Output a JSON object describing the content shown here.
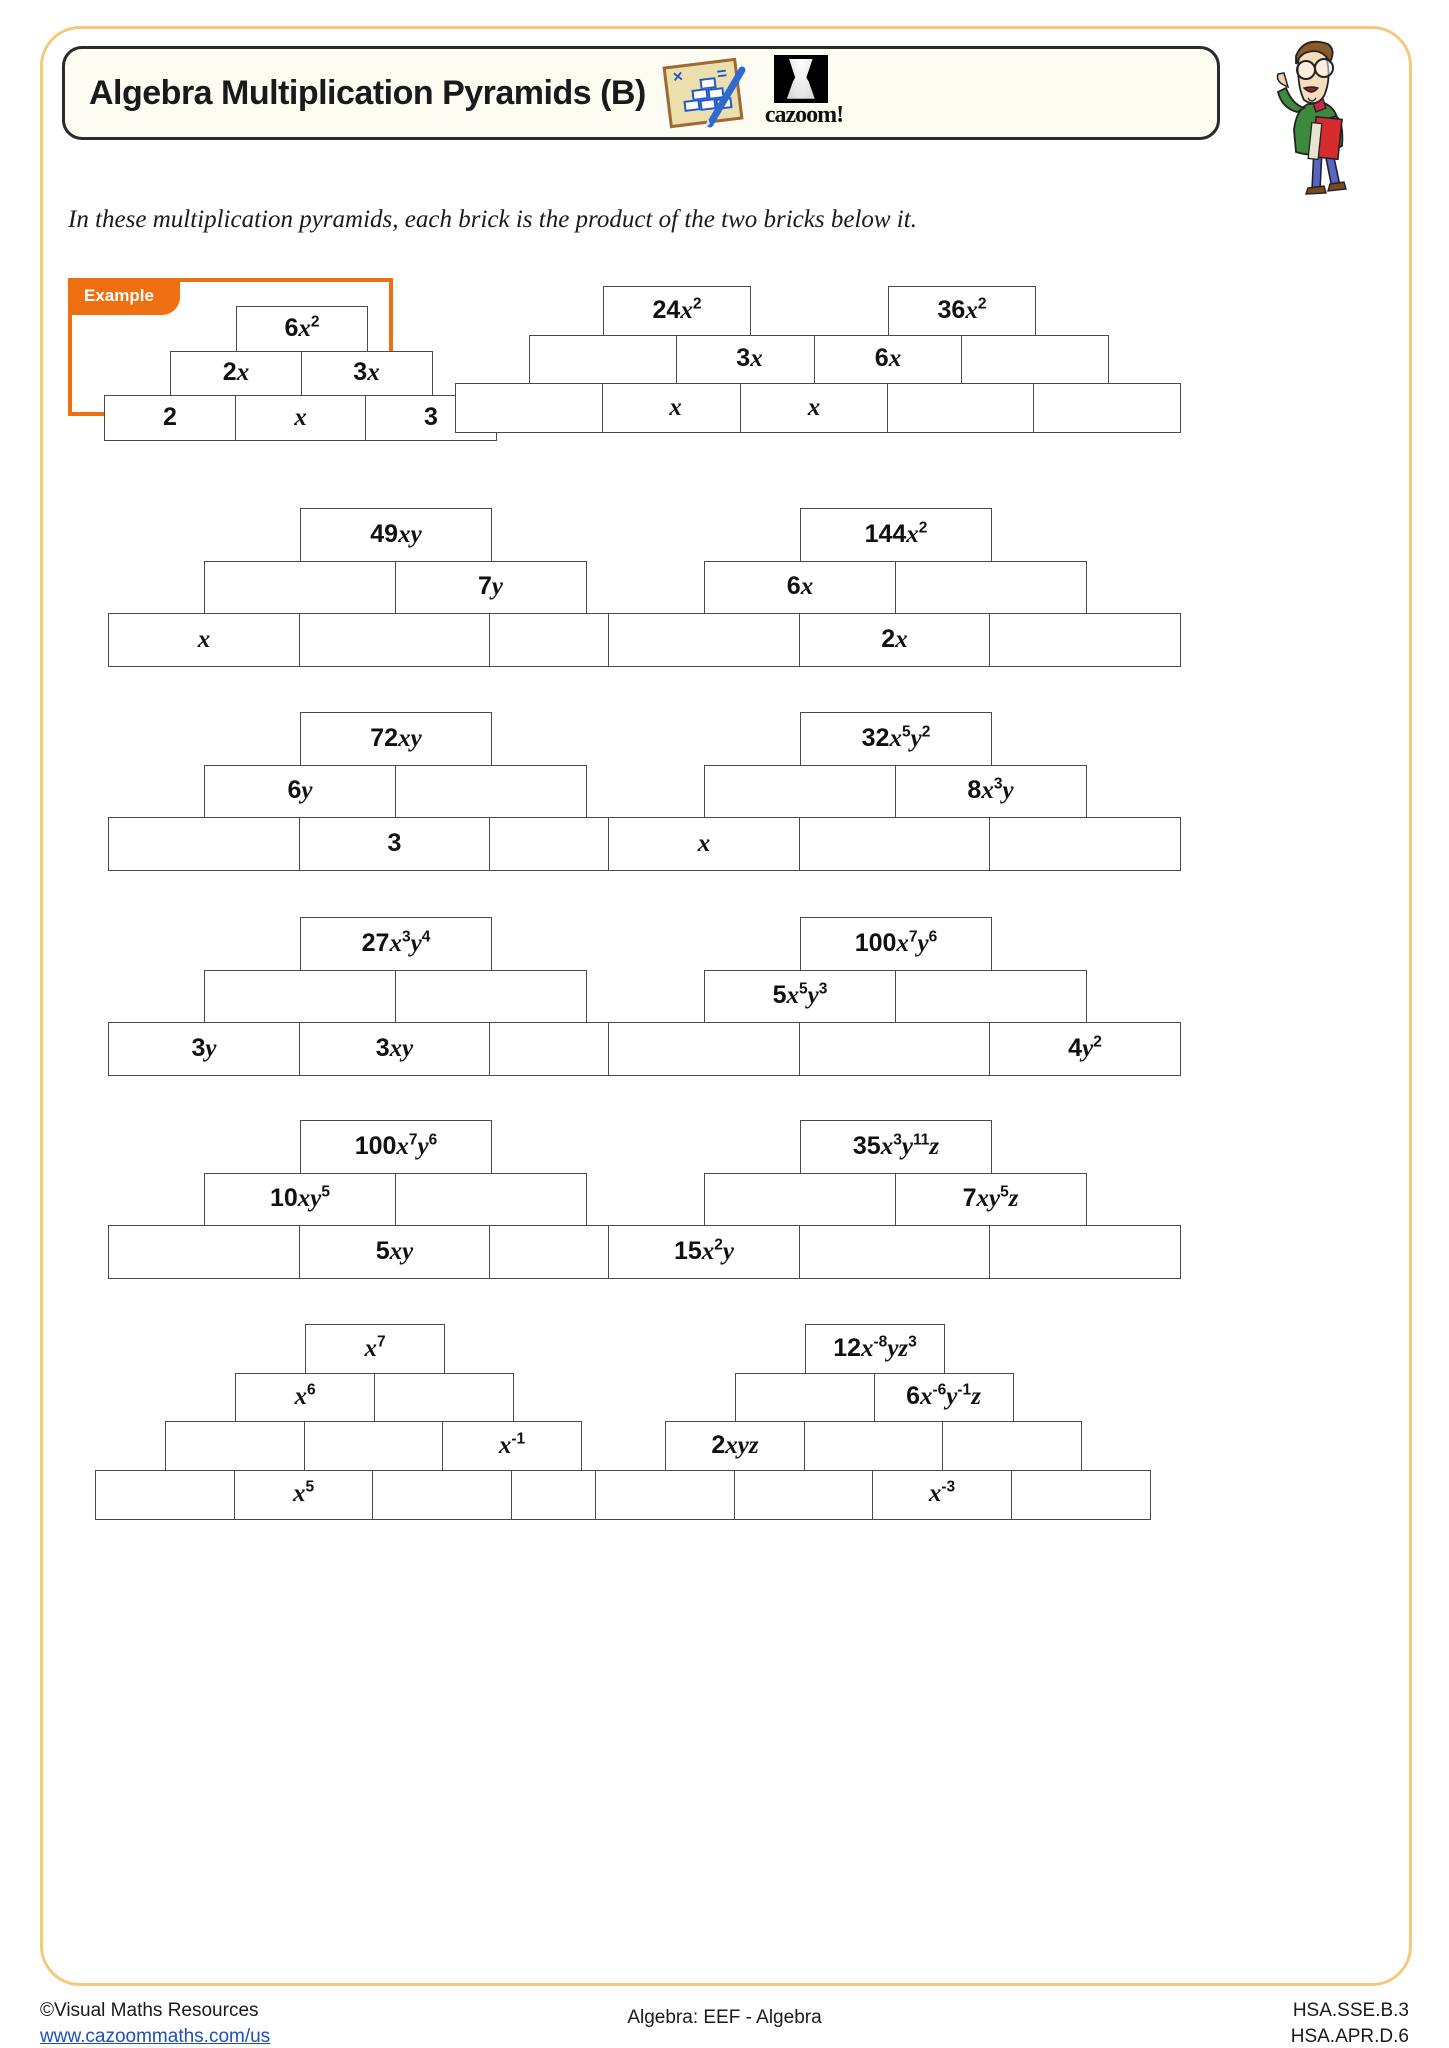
{
  "header": {
    "title": "Algebra Multiplication Pyramids (B)",
    "brand": "cazoom!",
    "note_icon_times": "×",
    "note_icon_equals": "="
  },
  "instruction": "In these multiplication pyramids, each brick is the product of the two bricks below it.",
  "example": {
    "label": "Example"
  },
  "footer": {
    "copyright": "©Visual Maths Resources",
    "website": "www.cazoommaths.com/us",
    "center": "Algebra: EEF - Algebra",
    "code1": "HSA.SSE.B.3",
    "code2": "HSA.APR.D.6"
  },
  "pyramids": [
    {
      "id": "example",
      "rows": [
        [
          "6x²"
        ],
        [
          "2x",
          "3x"
        ],
        [
          "2",
          "x",
          "3"
        ]
      ]
    },
    {
      "id": "q2",
      "rows": [
        [
          "24x²"
        ],
        [
          "",
          "3x"
        ],
        [
          "",
          "x",
          ""
        ]
      ]
    },
    {
      "id": "q3",
      "rows": [
        [
          "36x²"
        ],
        [
          "6x",
          ""
        ],
        [
          "x",
          "",
          ""
        ]
      ]
    },
    {
      "id": "q4",
      "rows": [
        [
          "49xy"
        ],
        [
          "",
          "7y"
        ],
        [
          "x",
          "",
          ""
        ]
      ]
    },
    {
      "id": "q5",
      "rows": [
        [
          "144x²"
        ],
        [
          "6x",
          ""
        ],
        [
          "",
          "2x",
          ""
        ]
      ]
    },
    {
      "id": "q6",
      "rows": [
        [
          "72xy"
        ],
        [
          "6y",
          ""
        ],
        [
          "",
          "3",
          ""
        ]
      ]
    },
    {
      "id": "q7",
      "rows": [
        [
          "32x⁵y²"
        ],
        [
          "",
          "8x³y"
        ],
        [
          "x",
          "",
          ""
        ]
      ]
    },
    {
      "id": "q8",
      "rows": [
        [
          "27x³y⁴"
        ],
        [
          "",
          ""
        ],
        [
          "3y",
          "3xy",
          ""
        ]
      ]
    },
    {
      "id": "q9",
      "rows": [
        [
          "100x⁷y⁶"
        ],
        [
          "5x⁵y³",
          ""
        ],
        [
          "",
          "",
          "4y²"
        ]
      ]
    },
    {
      "id": "q10",
      "rows": [
        [
          "100x⁷y⁶"
        ],
        [
          "10xy⁵",
          ""
        ],
        [
          "",
          "5xy",
          ""
        ]
      ]
    },
    {
      "id": "q11",
      "rows": [
        [
          "35x³y¹¹z"
        ],
        [
          "",
          "7xy⁵z"
        ],
        [
          "15x²y",
          "",
          ""
        ]
      ]
    },
    {
      "id": "q12",
      "rows": [
        [
          "x⁷"
        ],
        [
          "x⁶",
          ""
        ],
        [
          "",
          "",
          "x⁻¹"
        ],
        [
          "",
          "x⁵",
          "",
          ""
        ]
      ]
    },
    {
      "id": "q13",
      "rows": [
        [
          "12x⁻⁸yz³"
        ],
        [
          "",
          "6x⁻⁶y⁻¹z"
        ],
        [
          "2xyz",
          "",
          ""
        ],
        [
          "",
          "",
          "x⁻³",
          ""
        ]
      ]
    }
  ]
}
